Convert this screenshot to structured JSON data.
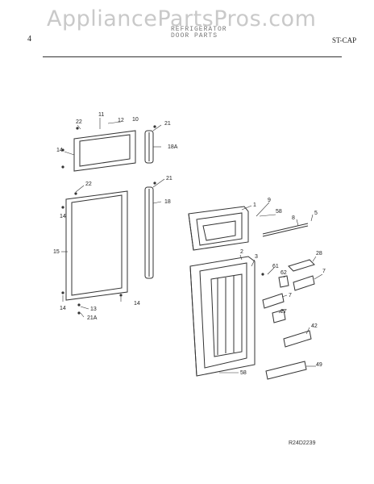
{
  "header": {
    "watermark": "AppliancePartsPros.com",
    "subtitle_line1": "REFRIGERATOR",
    "subtitle_line2": "DOOR PARTS",
    "page_number": "4",
    "model_code": "ST-CAP"
  },
  "callouts": [
    "11",
    "22",
    "12",
    "10",
    "21",
    "14",
    "18A",
    "22",
    "21",
    "14",
    "18",
    "1",
    "9",
    "58",
    "8",
    "5",
    "15",
    "2",
    "3",
    "28",
    "61",
    "62",
    "7",
    "7",
    "27",
    "42",
    "49",
    "58",
    "14",
    "13",
    "14",
    "21A"
  ],
  "reference_code": "R24D2239"
}
